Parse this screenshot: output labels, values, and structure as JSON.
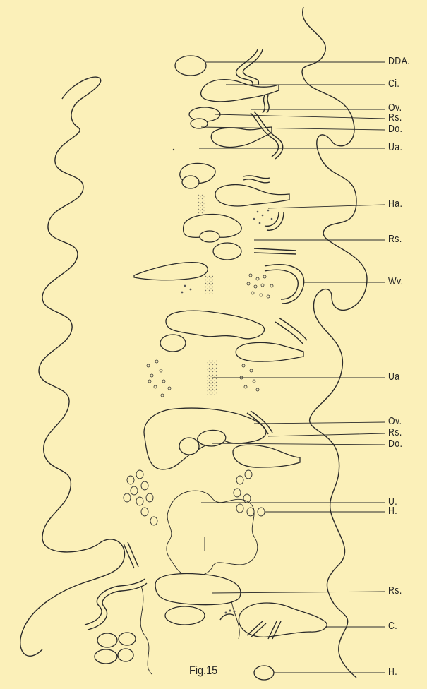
{
  "labels": [
    {
      "id": "dda",
      "text": "DDA."
    },
    {
      "id": "ci",
      "text": "Ci."
    },
    {
      "id": "ov1",
      "text": "Ov."
    },
    {
      "id": "rs1",
      "text": "Rs."
    },
    {
      "id": "do1",
      "text": "Do."
    },
    {
      "id": "ua1",
      "text": "Ua."
    },
    {
      "id": "ha",
      "text": "Ha."
    },
    {
      "id": "rs2",
      "text": "Rs."
    },
    {
      "id": "wv",
      "text": "Wv."
    },
    {
      "id": "ua2",
      "text": "Ua"
    },
    {
      "id": "ov2",
      "text": "Ov."
    },
    {
      "id": "rs3",
      "text": "Rs."
    },
    {
      "id": "do2",
      "text": "Do."
    },
    {
      "id": "u",
      "text": "U."
    },
    {
      "id": "h1",
      "text": "H."
    },
    {
      "id": "rs4",
      "text": "Rs."
    },
    {
      "id": "c",
      "text": "C."
    },
    {
      "id": "h2",
      "text": "H."
    }
  ],
  "caption": "Fig.15"
}
